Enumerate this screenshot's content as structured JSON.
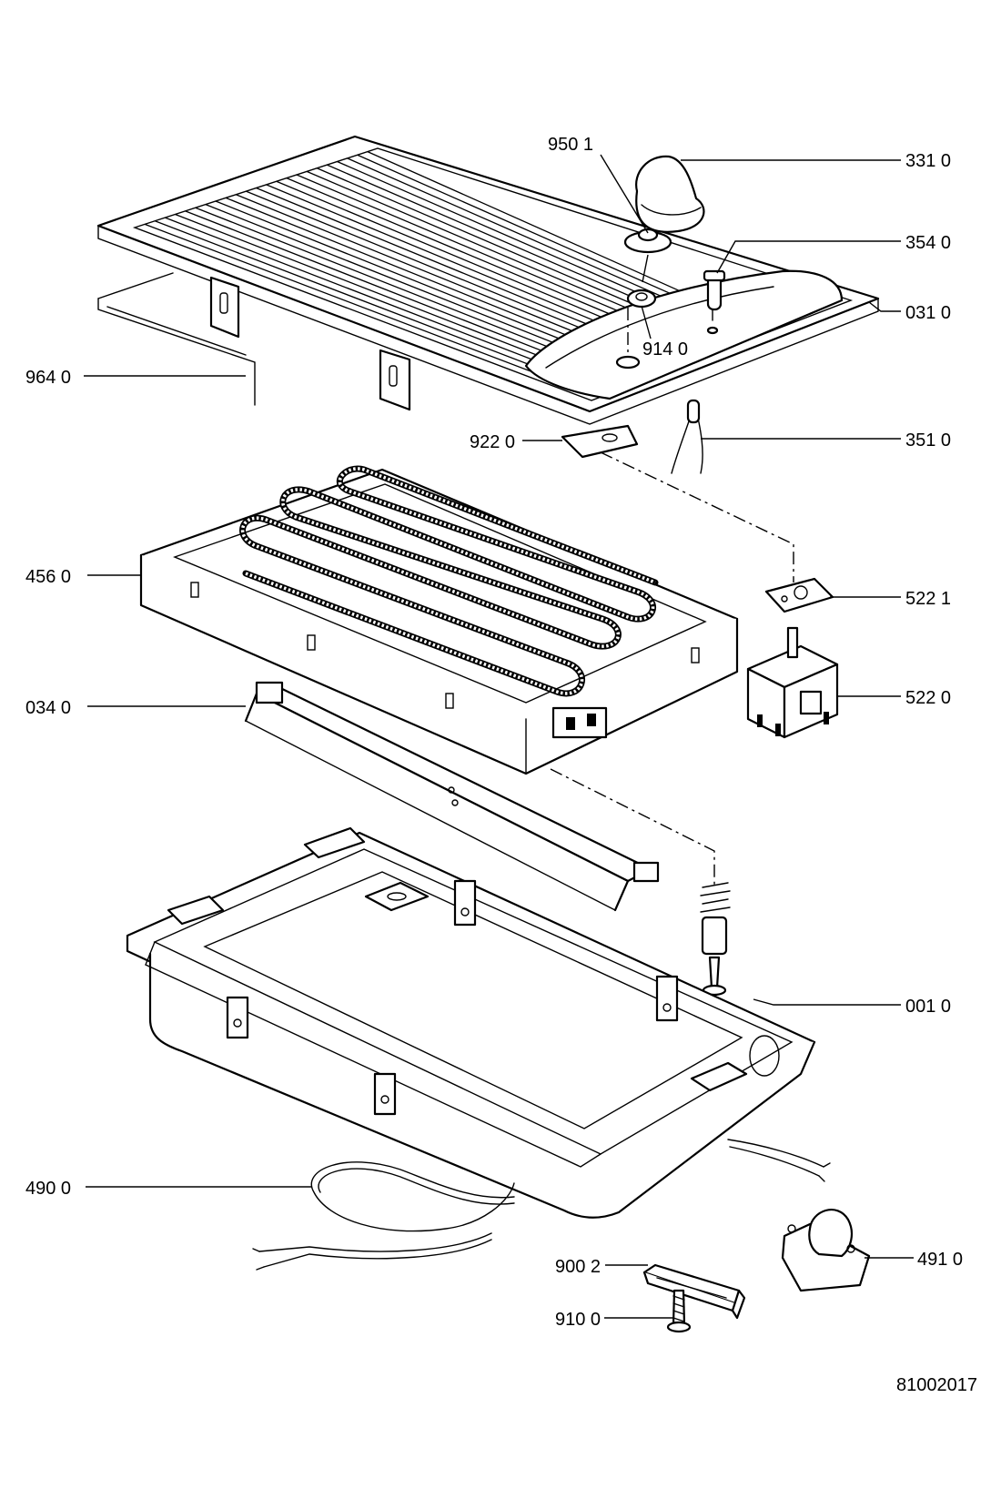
{
  "diagram": {
    "drawing_number": "81002017",
    "callouts": [
      {
        "id": "950-1",
        "text": "950 1"
      },
      {
        "id": "331-0",
        "text": "331 0"
      },
      {
        "id": "354-0",
        "text": "354 0"
      },
      {
        "id": "031-0",
        "text": "031 0"
      },
      {
        "id": "914-0",
        "text": "914 0"
      },
      {
        "id": "964-0",
        "text": "964 0"
      },
      {
        "id": "922-0",
        "text": "922 0"
      },
      {
        "id": "351-0",
        "text": "351 0"
      },
      {
        "id": "456-0",
        "text": "456 0"
      },
      {
        "id": "522-1",
        "text": "522 1"
      },
      {
        "id": "522-0",
        "text": "522 0"
      },
      {
        "id": "034-0",
        "text": "034 0"
      },
      {
        "id": "001-0",
        "text": "001 0"
      },
      {
        "id": "490-0",
        "text": "490 0"
      },
      {
        "id": "900-2",
        "text": "900 2"
      },
      {
        "id": "491-0",
        "text": "491 0"
      },
      {
        "id": "910-0",
        "text": "910 0"
      }
    ]
  }
}
